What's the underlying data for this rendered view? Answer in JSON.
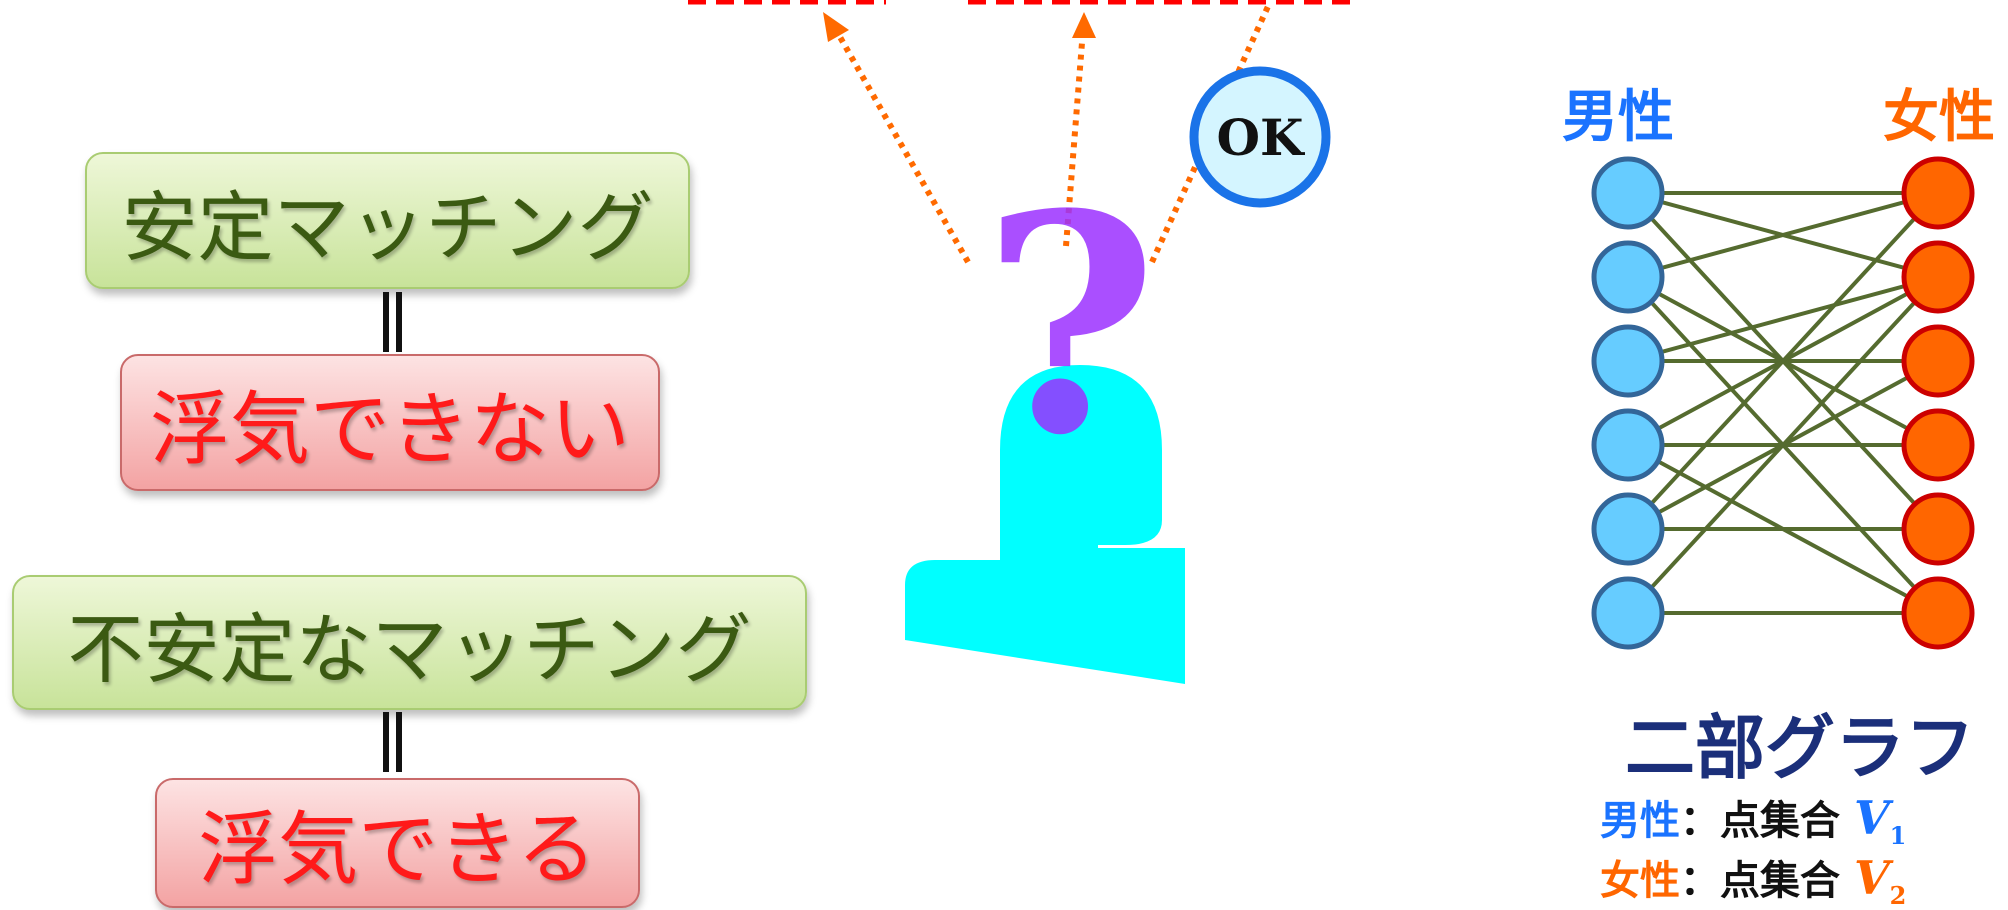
{
  "left_panel": {
    "stable_label": "安定マッチング",
    "no_cheat_label": "浮気できない",
    "unstable_label": "不安定なマッチング",
    "cheat_label": "浮気できる",
    "equals_symbol": "||"
  },
  "center_panel": {
    "question_mark": "?",
    "ok_badge": "OK",
    "colors": {
      "person": "#00ffff",
      "question": "#9b30ff",
      "arrow": "#ff6a00",
      "dash": "#ff0000",
      "badge_border": "#1a73e8",
      "badge_fill": "#d4f5ff"
    }
  },
  "right_panel": {
    "men_heading": "男性",
    "women_heading": "女性",
    "graph_title": "二部グラフ",
    "legend_men_prefix": "男性",
    "legend_women_prefix": "女性",
    "legend_colon": "：",
    "legend_text": "点集合",
    "legend_var": "V",
    "legend_men_sub": "1",
    "legend_women_sub": "2",
    "colors": {
      "men": "#66ccff",
      "men_stroke": "#336699",
      "women": "#ff6600",
      "women_stroke": "#cc0000",
      "edge": "#556b2f",
      "men_text": "#1a73ff",
      "women_text": "#ff6600"
    },
    "node_count_each_side": 6,
    "edges": [
      [
        0,
        0
      ],
      [
        0,
        1
      ],
      [
        0,
        4
      ],
      [
        1,
        0
      ],
      [
        1,
        3
      ],
      [
        1,
        5
      ],
      [
        2,
        1
      ],
      [
        2,
        2
      ],
      [
        3,
        1
      ],
      [
        3,
        3
      ],
      [
        3,
        5
      ],
      [
        4,
        0
      ],
      [
        4,
        2
      ],
      [
        4,
        4
      ],
      [
        5,
        1
      ],
      [
        5,
        5
      ]
    ]
  }
}
